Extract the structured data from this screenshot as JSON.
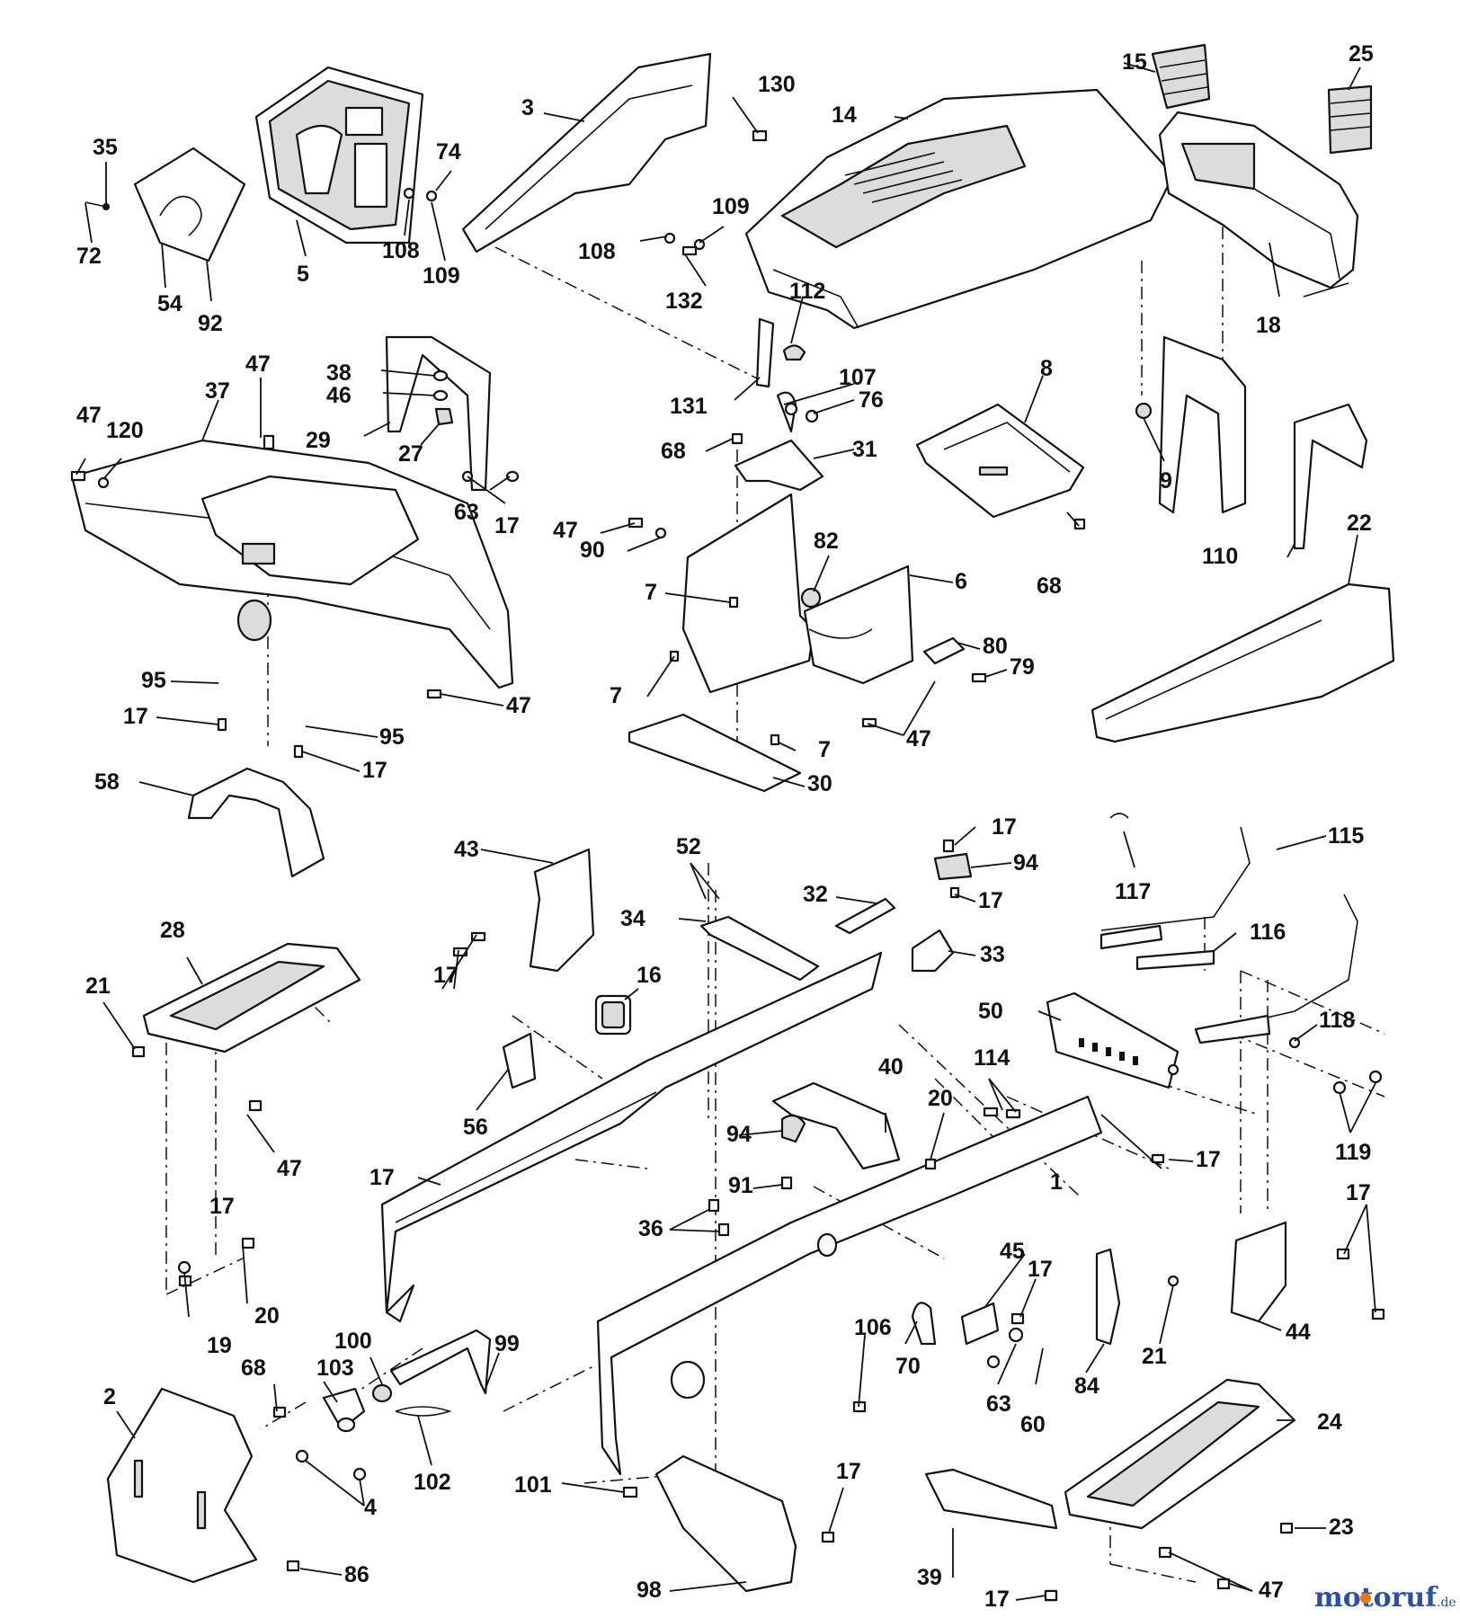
{
  "parts": [
    {
      "id": "p130",
      "num": "130"
    },
    {
      "id": "p3",
      "num": "3"
    },
    {
      "id": "p14",
      "num": "14"
    },
    {
      "id": "p15",
      "num": "15"
    },
    {
      "id": "p25",
      "num": "25"
    },
    {
      "id": "p35",
      "num": "35"
    },
    {
      "id": "p72",
      "num": "72"
    },
    {
      "id": "p54",
      "num": "54"
    },
    {
      "id": "p92",
      "num": "92"
    },
    {
      "id": "p5",
      "num": "5"
    },
    {
      "id": "p74",
      "num": "74"
    },
    {
      "id": "p108a",
      "num": "108"
    },
    {
      "id": "p109a",
      "num": "109"
    },
    {
      "id": "p108b",
      "num": "108"
    },
    {
      "id": "p109b",
      "num": "109"
    },
    {
      "id": "p132",
      "num": "132"
    },
    {
      "id": "p112",
      "num": "112"
    },
    {
      "id": "p18",
      "num": "18"
    },
    {
      "id": "p47a",
      "num": "47"
    },
    {
      "id": "p37",
      "num": "37"
    },
    {
      "id": "p47b",
      "num": "47"
    },
    {
      "id": "p120",
      "num": "120"
    },
    {
      "id": "p38",
      "num": "38"
    },
    {
      "id": "p46",
      "num": "46"
    },
    {
      "id": "p29",
      "num": "29"
    },
    {
      "id": "p27",
      "num": "27"
    },
    {
      "id": "p107",
      "num": "107"
    },
    {
      "id": "p131",
      "num": "131"
    },
    {
      "id": "p76",
      "num": "76"
    },
    {
      "id": "p8",
      "num": "8"
    },
    {
      "id": "p9",
      "num": "9"
    },
    {
      "id": "p68a",
      "num": "68"
    },
    {
      "id": "p31",
      "num": "31"
    },
    {
      "id": "p63a",
      "num": "63"
    },
    {
      "id": "p17a",
      "num": "17"
    },
    {
      "id": "p47c",
      "num": "47"
    },
    {
      "id": "p90",
      "num": "90"
    },
    {
      "id": "p82",
      "num": "82"
    },
    {
      "id": "p68b",
      "num": "68"
    },
    {
      "id": "p110",
      "num": "110"
    },
    {
      "id": "p22",
      "num": "22"
    },
    {
      "id": "p7a",
      "num": "7"
    },
    {
      "id": "p6",
      "num": "6"
    },
    {
      "id": "p80",
      "num": "80"
    },
    {
      "id": "p79",
      "num": "79"
    },
    {
      "id": "p95a",
      "num": "95"
    },
    {
      "id": "p7b",
      "num": "7"
    },
    {
      "id": "p17b",
      "num": "17"
    },
    {
      "id": "p47d",
      "num": "47"
    },
    {
      "id": "p95b",
      "num": "95"
    },
    {
      "id": "p47e",
      "num": "47"
    },
    {
      "id": "p17c",
      "num": "17"
    },
    {
      "id": "p7c",
      "num": "7"
    },
    {
      "id": "p58",
      "num": "58"
    },
    {
      "id": "p30",
      "num": "30"
    },
    {
      "id": "p17d",
      "num": "17"
    },
    {
      "id": "p43",
      "num": "43"
    },
    {
      "id": "p52",
      "num": "52"
    },
    {
      "id": "p94a",
      "num": "94"
    },
    {
      "id": "p115",
      "num": "115"
    },
    {
      "id": "p28",
      "num": "28"
    },
    {
      "id": "p32",
      "num": "32"
    },
    {
      "id": "p17e",
      "num": "17"
    },
    {
      "id": "p117",
      "num": "117"
    },
    {
      "id": "p34",
      "num": "34"
    },
    {
      "id": "p33",
      "num": "33"
    },
    {
      "id": "p116",
      "num": "116"
    },
    {
      "id": "p21a",
      "num": "21"
    },
    {
      "id": "p16",
      "num": "16"
    },
    {
      "id": "p17f",
      "num": "17"
    },
    {
      "id": "p50",
      "num": "50"
    },
    {
      "id": "p118",
      "num": "118"
    },
    {
      "id": "p114",
      "num": "114"
    },
    {
      "id": "p40",
      "num": "40"
    },
    {
      "id": "p20a",
      "num": "20"
    },
    {
      "id": "p56",
      "num": "56"
    },
    {
      "id": "p94b",
      "num": "94"
    },
    {
      "id": "p119",
      "num": "119"
    },
    {
      "id": "p47f",
      "num": "47"
    },
    {
      "id": "p17g",
      "num": "17"
    },
    {
      "id": "p91",
      "num": "91"
    },
    {
      "id": "p17h",
      "num": "17"
    },
    {
      "id": "p1",
      "num": "1"
    },
    {
      "id": "p17i",
      "num": "17"
    },
    {
      "id": "p17j",
      "num": "17"
    },
    {
      "id": "p36",
      "num": "36"
    },
    {
      "id": "p45",
      "num": "45"
    },
    {
      "id": "p17k",
      "num": "17"
    },
    {
      "id": "p20b",
      "num": "20"
    },
    {
      "id": "p106",
      "num": "106"
    },
    {
      "id": "p19",
      "num": "19"
    },
    {
      "id": "p100",
      "num": "100"
    },
    {
      "id": "p99",
      "num": "99"
    },
    {
      "id": "p44",
      "num": "44"
    },
    {
      "id": "p21b",
      "num": "21"
    },
    {
      "id": "p70",
      "num": "70"
    },
    {
      "id": "p68c",
      "num": "68"
    },
    {
      "id": "p103",
      "num": "103"
    },
    {
      "id": "p84",
      "num": "84"
    },
    {
      "id": "p2",
      "num": "2"
    },
    {
      "id": "p63b",
      "num": "63"
    },
    {
      "id": "p60",
      "num": "60"
    },
    {
      "id": "p24",
      "num": "24"
    },
    {
      "id": "p102",
      "num": "102"
    },
    {
      "id": "p4",
      "num": "4"
    },
    {
      "id": "p101",
      "num": "101"
    },
    {
      "id": "p17l",
      "num": "17"
    },
    {
      "id": "p23",
      "num": "23"
    },
    {
      "id": "p86",
      "num": "86"
    },
    {
      "id": "p98",
      "num": "98"
    },
    {
      "id": "p39",
      "num": "39"
    },
    {
      "id": "p17m",
      "num": "17"
    },
    {
      "id": "p47g",
      "num": "47"
    }
  ],
  "watermark": {
    "brand": "motoruf",
    "tld": ".de",
    "brand_color": "#2d4fa0",
    "accent_color": "#e07a1a"
  }
}
